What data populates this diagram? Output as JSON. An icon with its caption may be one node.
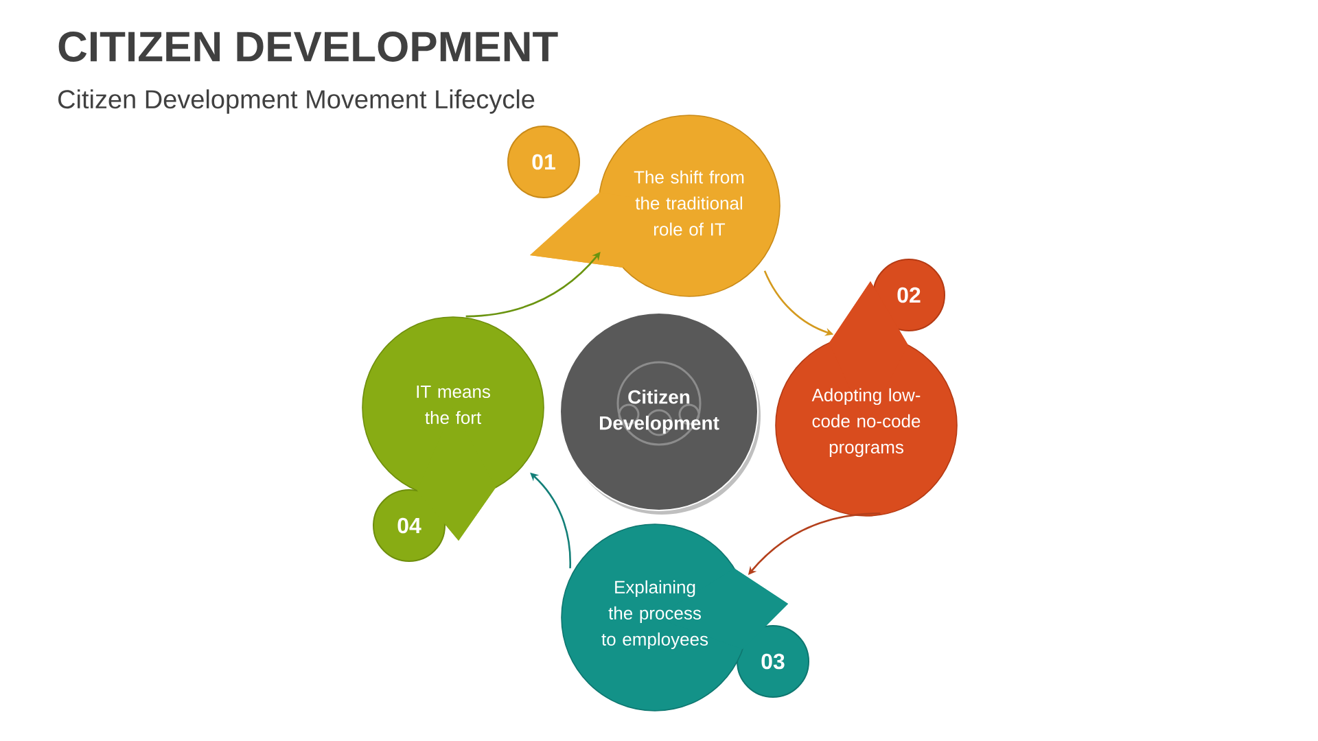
{
  "diagram": {
    "title": "CITIZEN DEVELOPMENT",
    "nodes": [
      {
        "text": [
          "Citizen Development"
        ]
      },
      {
        "text": [
          "01"
        ]
      },
      {
        "text": [
          "The shift from the traditional role of IT"
        ]
      },
      {
        "text": [
          "02"
        ]
      },
      {
        "text": [
          "Adopting low-code no-code programs"
        ]
      },
      {
        "text": [
          "03"
        ]
      },
      {
        "text": [
          "Explaining the process to employees"
        ]
      },
      {
        "text": [
          "04"
        ]
      },
      {
        "text": [
          "IT means the fort"
        ]
      }
    ],
    "edges": [
      {
        "from": 2,
        "to": 4,
        "arrow": "to",
        "color": "#d49a1e"
      },
      {
        "from": 4,
        "to": 6,
        "arrow": "to",
        "color": "#b4401c"
      },
      {
        "from": 6,
        "to": 8,
        "arrow": "to",
        "color": "#137f78"
      },
      {
        "from": 8,
        "to": 2,
        "arrow": "to",
        "color": "#6a9410"
      }
    ],
    "labels": [
      "Citizen Development Movement Lifecycle"
    ]
  }
}
